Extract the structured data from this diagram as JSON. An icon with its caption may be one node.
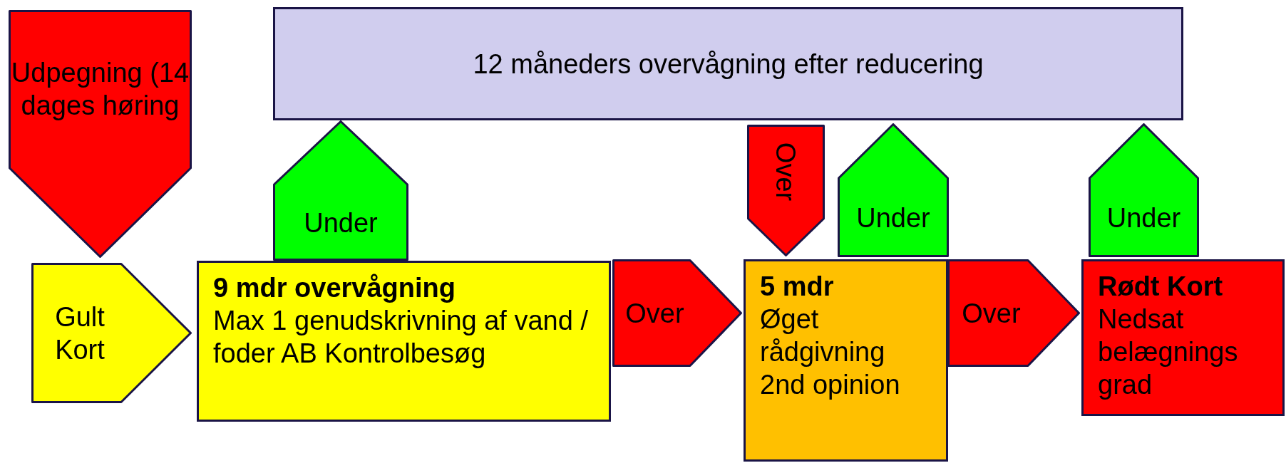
{
  "diagram": {
    "nodes": [
      {
        "text": [
          "Udpegning (14 dages høring"
        ]
      },
      {
        "text": [
          "12 måneders overvågning efter reducering"
        ]
      },
      {
        "text": [
          "Under"
        ]
      },
      {
        "text": [
          "Over"
        ]
      },
      {
        "text": [
          "Under"
        ]
      },
      {
        "text": [
          "Under"
        ]
      },
      {
        "text": [
          "Gult Kort"
        ]
      },
      {
        "text": [
          "9 mdr overvågning",
          "Max 1 genudskrivning af vand / foder AB Kontrolbesøg"
        ]
      },
      {
        "text": [
          "Over"
        ]
      },
      {
        "text": [
          "5 mdr",
          "Øget rådgivning 2nd opinion"
        ]
      },
      {
        "text": [
          "Over"
        ]
      },
      {
        "text": [
          "Rødt Kort",
          "Nedsat belægnings grad"
        ]
      }
    ]
  }
}
